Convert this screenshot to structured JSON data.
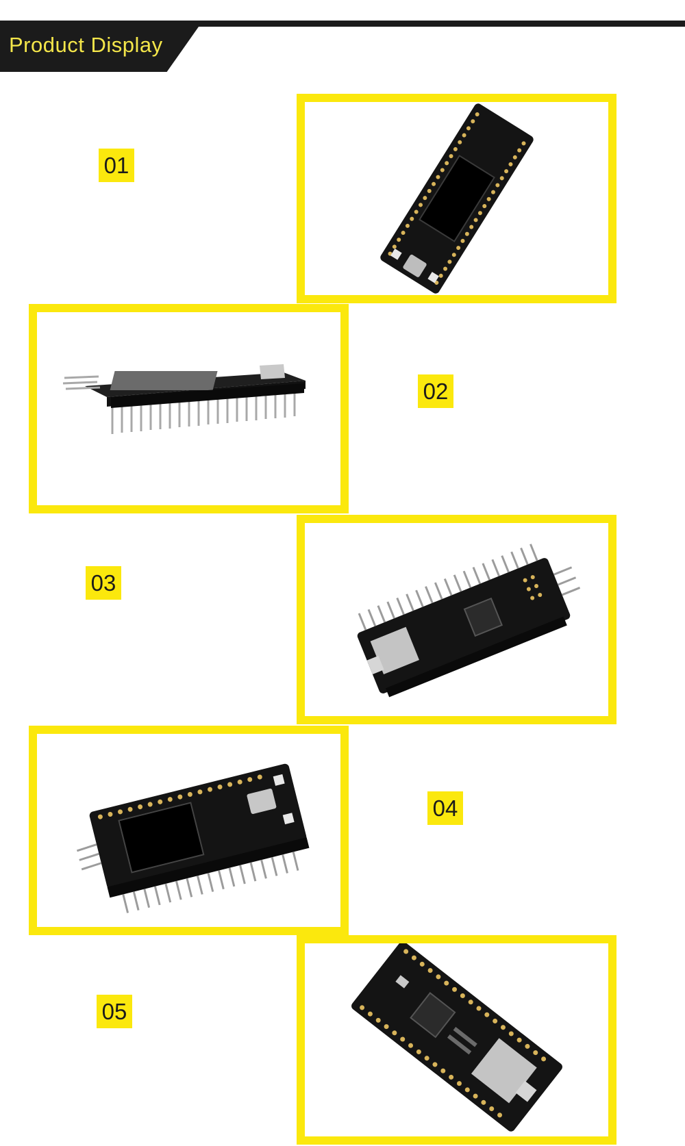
{
  "header": {
    "title": "Product Display"
  },
  "colors": {
    "accent_yellow": "#fbe80d",
    "header_dark": "#1b1b1b",
    "title_yellow": "#f4e64a",
    "board_black": "#141414",
    "pin_gold": "#d8b45a"
  },
  "items": [
    {
      "number": "01",
      "image": "board-top-view-with-lcd-photo"
    },
    {
      "number": "02",
      "image": "board-side-view-with-pins-photo"
    },
    {
      "number": "03",
      "image": "board-bottom-view-with-chip-photo"
    },
    {
      "number": "04",
      "image": "board-angled-view-with-lcd-photo"
    },
    {
      "number": "05",
      "image": "board-bottom-view-with-sd-slot-photo"
    }
  ]
}
